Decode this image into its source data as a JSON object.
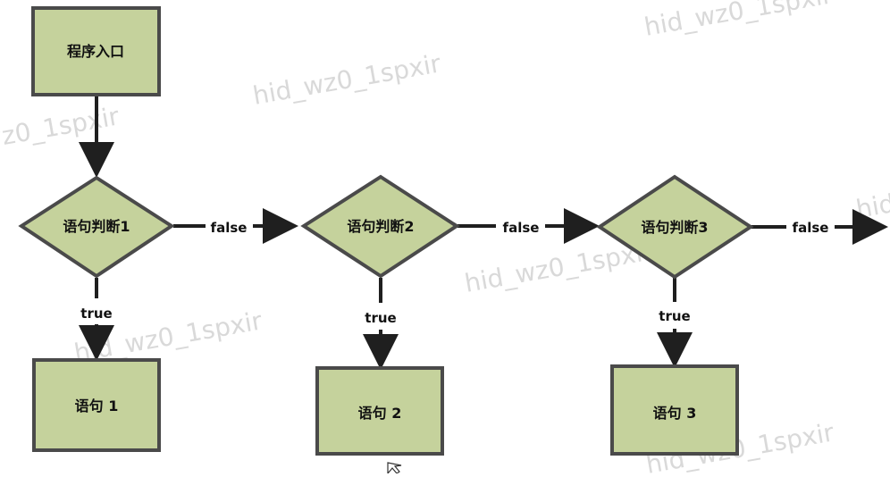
{
  "diagram": {
    "nodes": {
      "entry": "程序入口",
      "decision1": "语句判断1",
      "decision2": "语句判断2",
      "decision3": "语句判断3",
      "statement1": "语句 1",
      "statement2": "语句 2",
      "statement3": "语句 3"
    },
    "labels": {
      "false1": "false",
      "false2": "false",
      "false3": "false",
      "true1": "true",
      "true2": "true",
      "true3": "true"
    },
    "watermark": "hid_wz0_1spxir",
    "colors": {
      "node_fill": "#c5d29c",
      "node_stroke": "#4a4a4a",
      "arrow": "#1f1f1f",
      "watermark": "#d9d9d9"
    }
  }
}
